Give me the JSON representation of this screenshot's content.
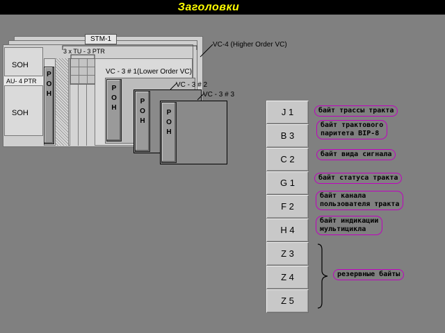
{
  "title": "Заголовки",
  "diagram": {
    "stm1_label": "STM-1",
    "vc4_label": "VC-4 (Higher Order VC)",
    "tu3_ptr_label": "3 x TU - 3 PTR",
    "soh_top": "SOH",
    "au4_ptr": "AU- 4 PTR",
    "soh_bottom": "SOH",
    "poh_glyph": [
      "P",
      "O",
      "H"
    ],
    "vc3_1_label": "VC - 3 # 1(Lower Order VC)",
    "vc3_2_label": "VC - 3 # 2",
    "vc3_3_label": "VC - 3 # 3"
  },
  "bytes": [
    {
      "code": "J 1",
      "desc": "байт трассы тракта"
    },
    {
      "code": "B 3",
      "desc": "байт трактового\nпаритета BIP-8"
    },
    {
      "code": "C 2",
      "desc": "байт вида сигнала"
    },
    {
      "code": "G 1",
      "desc": "байт статуса тракта"
    },
    {
      "code": "F 2",
      "desc": "байт канала\nпользователя тракта"
    },
    {
      "code": "H 4",
      "desc": "байт индикации\nмультицикла"
    },
    {
      "code": "Z 3",
      "desc": ""
    },
    {
      "code": "Z 4",
      "desc": ""
    },
    {
      "code": "Z 5",
      "desc": ""
    }
  ],
  "reserved_label": "резервные байты",
  "colors": {
    "title": "#ffff00",
    "accent": "#c000c0",
    "background": "#808080"
  }
}
